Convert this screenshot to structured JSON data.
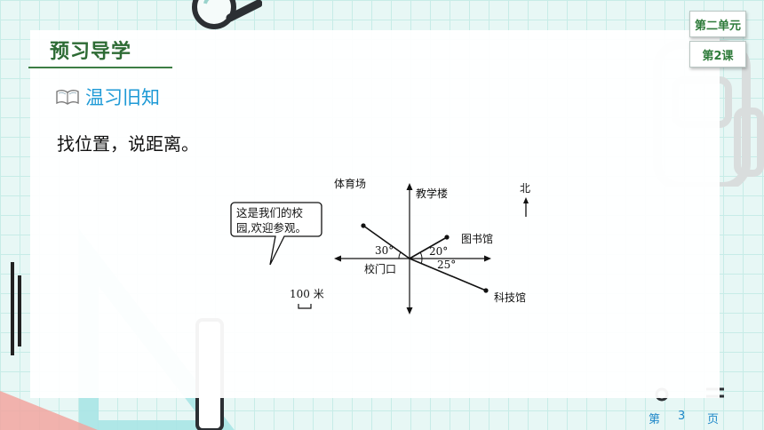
{
  "header": {
    "title": "预习导学"
  },
  "lesson_tag": {
    "unit": "第二单元",
    "lesson": "第2课"
  },
  "section": {
    "label": "温习旧知"
  },
  "instruction": "找位置，说距离。",
  "diagram": {
    "speech_line1": "这是我们的校",
    "speech_line2": "园,欢迎参观。",
    "label_stadium": "体育场",
    "label_teaching": "教学楼",
    "label_north": "北",
    "label_library": "图书馆",
    "label_gate": "校门口",
    "label_science": "科技馆",
    "angle_30": "30°",
    "angle_20": "20°",
    "angle_25": "25°",
    "scale": "100 米"
  },
  "footer": {
    "di": "第",
    "num": "3",
    "ye": "页"
  },
  "colors": {
    "accent_green": "#2d6b34",
    "accent_blue": "#1e9ad6",
    "grid_bg": "#e7f7f5"
  }
}
